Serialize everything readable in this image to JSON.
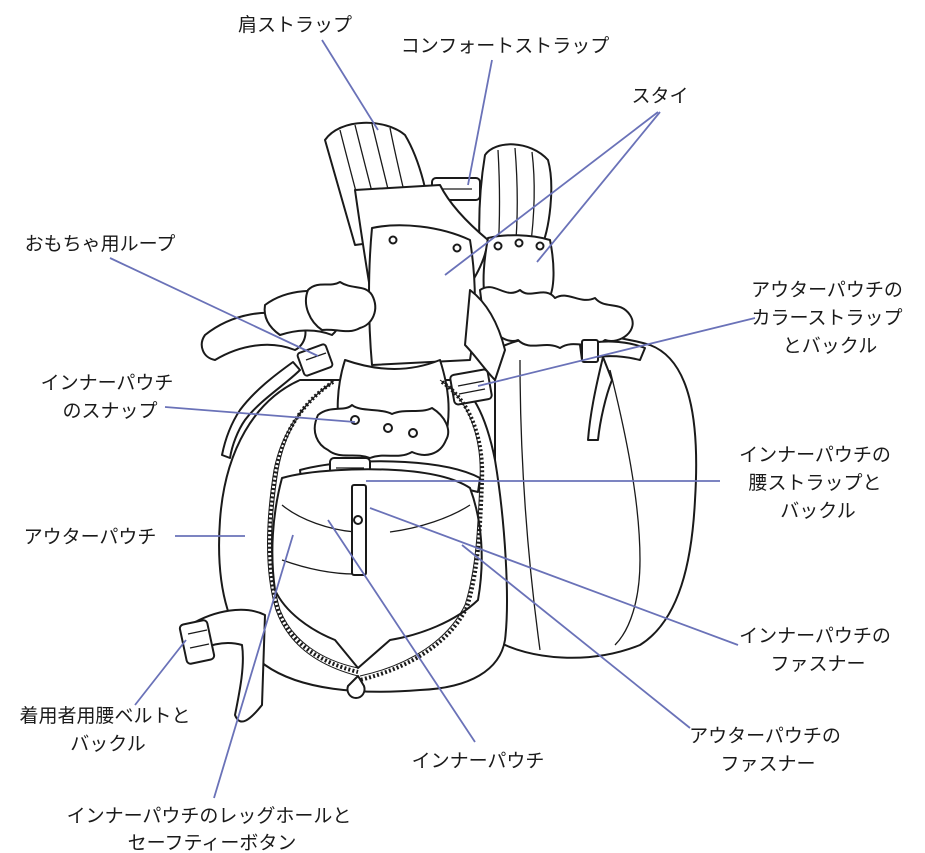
{
  "diagram": {
    "labels": {
      "shoulder_strap": "肩ストラップ",
      "comfort_strap": "コンフォートストラップ",
      "bib": "スタイ",
      "toy_loop": "おもちゃ用ループ",
      "outer_collar_strap": [
        "アウターパウチの",
        "カラーストラップ",
        "とバックル"
      ],
      "inner_snap": [
        "インナーパウチ",
        "のスナップ"
      ],
      "inner_waist_strap": [
        "インナーパウチの",
        "腰ストラップと",
        "バックル"
      ],
      "outer_pouch": "アウターパウチ",
      "inner_zipper": [
        "インナーパウチの",
        "ファスナー"
      ],
      "wearer_waist_belt": [
        "着用者用腰ベルトと",
        "バックル"
      ],
      "inner_pouch": "インナーパウチ",
      "outer_zipper": [
        "アウターパウチの",
        "ファスナー"
      ],
      "leg_hole": [
        "インナーパウチのレッグホールと",
        "セーフティーボタン"
      ]
    },
    "colors": {
      "leader": "#6a72b8",
      "ink": "#1a1a1a",
      "background": "#ffffff"
    }
  }
}
